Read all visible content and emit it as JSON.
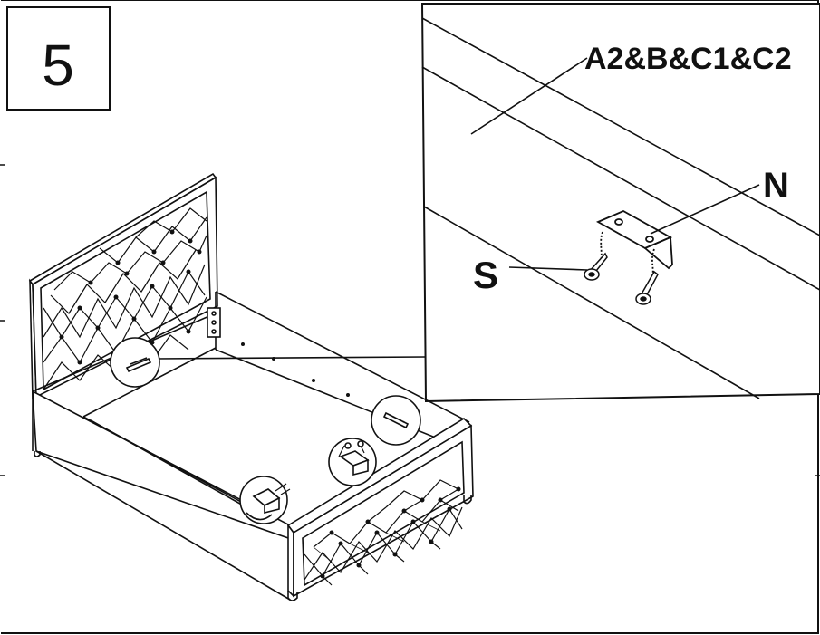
{
  "step": {
    "number": "5"
  },
  "detail": {
    "part_label": "A2&B&C1&C2",
    "bracket_label": "N",
    "screw_label": "S"
  },
  "colors": {
    "ink": "#111111",
    "paper": "#ffffff"
  }
}
